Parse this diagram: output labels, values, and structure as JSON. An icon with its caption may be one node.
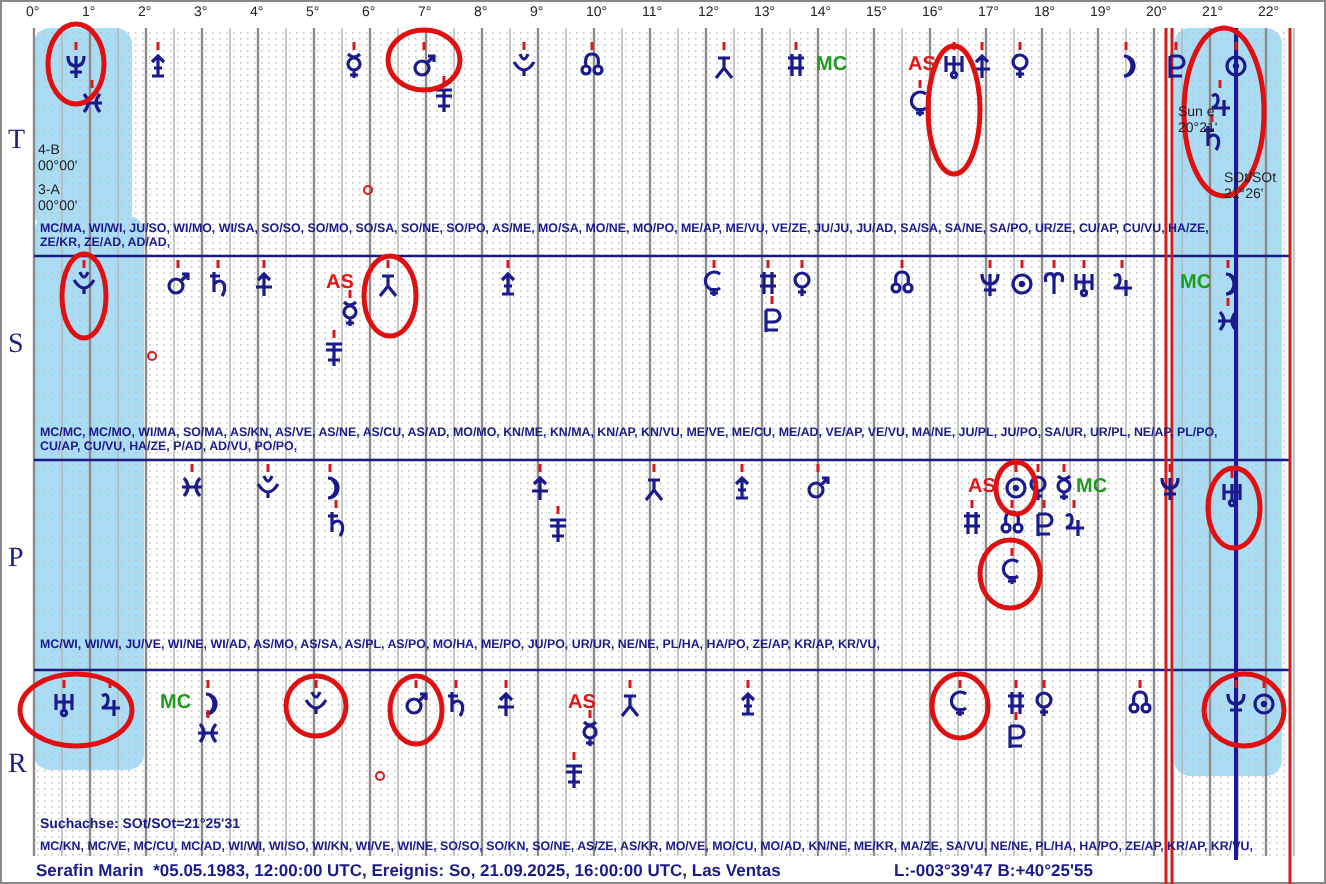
{
  "diagram": {
    "labels": [
      "0°",
      "1°",
      "2°",
      "3°",
      "4°",
      "5°",
      "6°",
      "7°",
      "8°",
      "9°",
      "10°",
      "11°",
      "12°",
      "13°",
      "14°",
      "15°",
      "16°",
      "17°",
      "18°",
      "19°",
      "20°",
      "21°",
      "22°",
      "4-B",
      "00°00'",
      "3-A",
      "00°00'",
      "MC",
      "AS",
      "Sun e",
      "20°21'",
      "SOt/SOt",
      "21°26'",
      "T",
      "MC/MA, WI/WI, JU/SO, WI/MO, WI/SA, SO/SO, SO/MO, SO/SA, SO/NE, SO/PO, AS/ME, MO/SA, MO/NE, MO/PO, ME/AP, ME/VU, VE/ZE, JU/JU, JU/AD, SA/SA, SA/NE, SA/PO, UR/ZE, CU/AP, CU/VU, HA/ZE, ZE/KR, ZE/AD, AD/AD,",
      "AS",
      "MC",
      "S",
      "MC/MC, MC/MO, WI/MA, SO/MA, AS/KN, AS/VE, AS/NE, AS/CU, AS/AD, MO/MO, KN/ME, KN/MA, KN/AP, KN/VU, ME/VE, ME/CU, ME/AD, VE/AP, VE/VU, MA/NE, JU/PL, JU/PO, SA/UR, UR/PL, NE/AP, PL/PO, CU/AP, CU/VU, HA/ZE, P/AD, AD/VU, PO/PO,",
      "AS",
      "MC",
      "P",
      "MC/WI, WI/WI, JU/VE, WI/NE, WI/AD, AS/MO, AS/SA, AS/PL, AS/PO, MO/HA, ME/PO, JU/PO, UR/UR, NE/NE, PL/HA, HA/PO, ZE/AP, KR/AP, KR/VU,",
      "MC",
      "AS",
      "R",
      "Suchachse: SOt/SOt=21°25'31",
      "MC/KN, MC/VE, MC/CU, MC/AD, WI/WI, WI/SO, WI/KN, WI/VE, WI/NE, SO/SO, SO/KN, SO/NE, AS/ZE, AS/KR, MO/VE, MO/CU, MO/AD, KN/NE, ME/KR, MA/ZE, SA/VU, NE/NE, PL/HA, HA/PO, ZE/AP, KR/AP, KR/VU,",
      "Serafin Marin  *05.05.1983, 12:00:00 UTC, Ereignis: So, 21.09.2025, 16:00:00 UTC, Las Ventas",
      "L:-003°39'47 B:+40°25'55"
    ]
  }
}
